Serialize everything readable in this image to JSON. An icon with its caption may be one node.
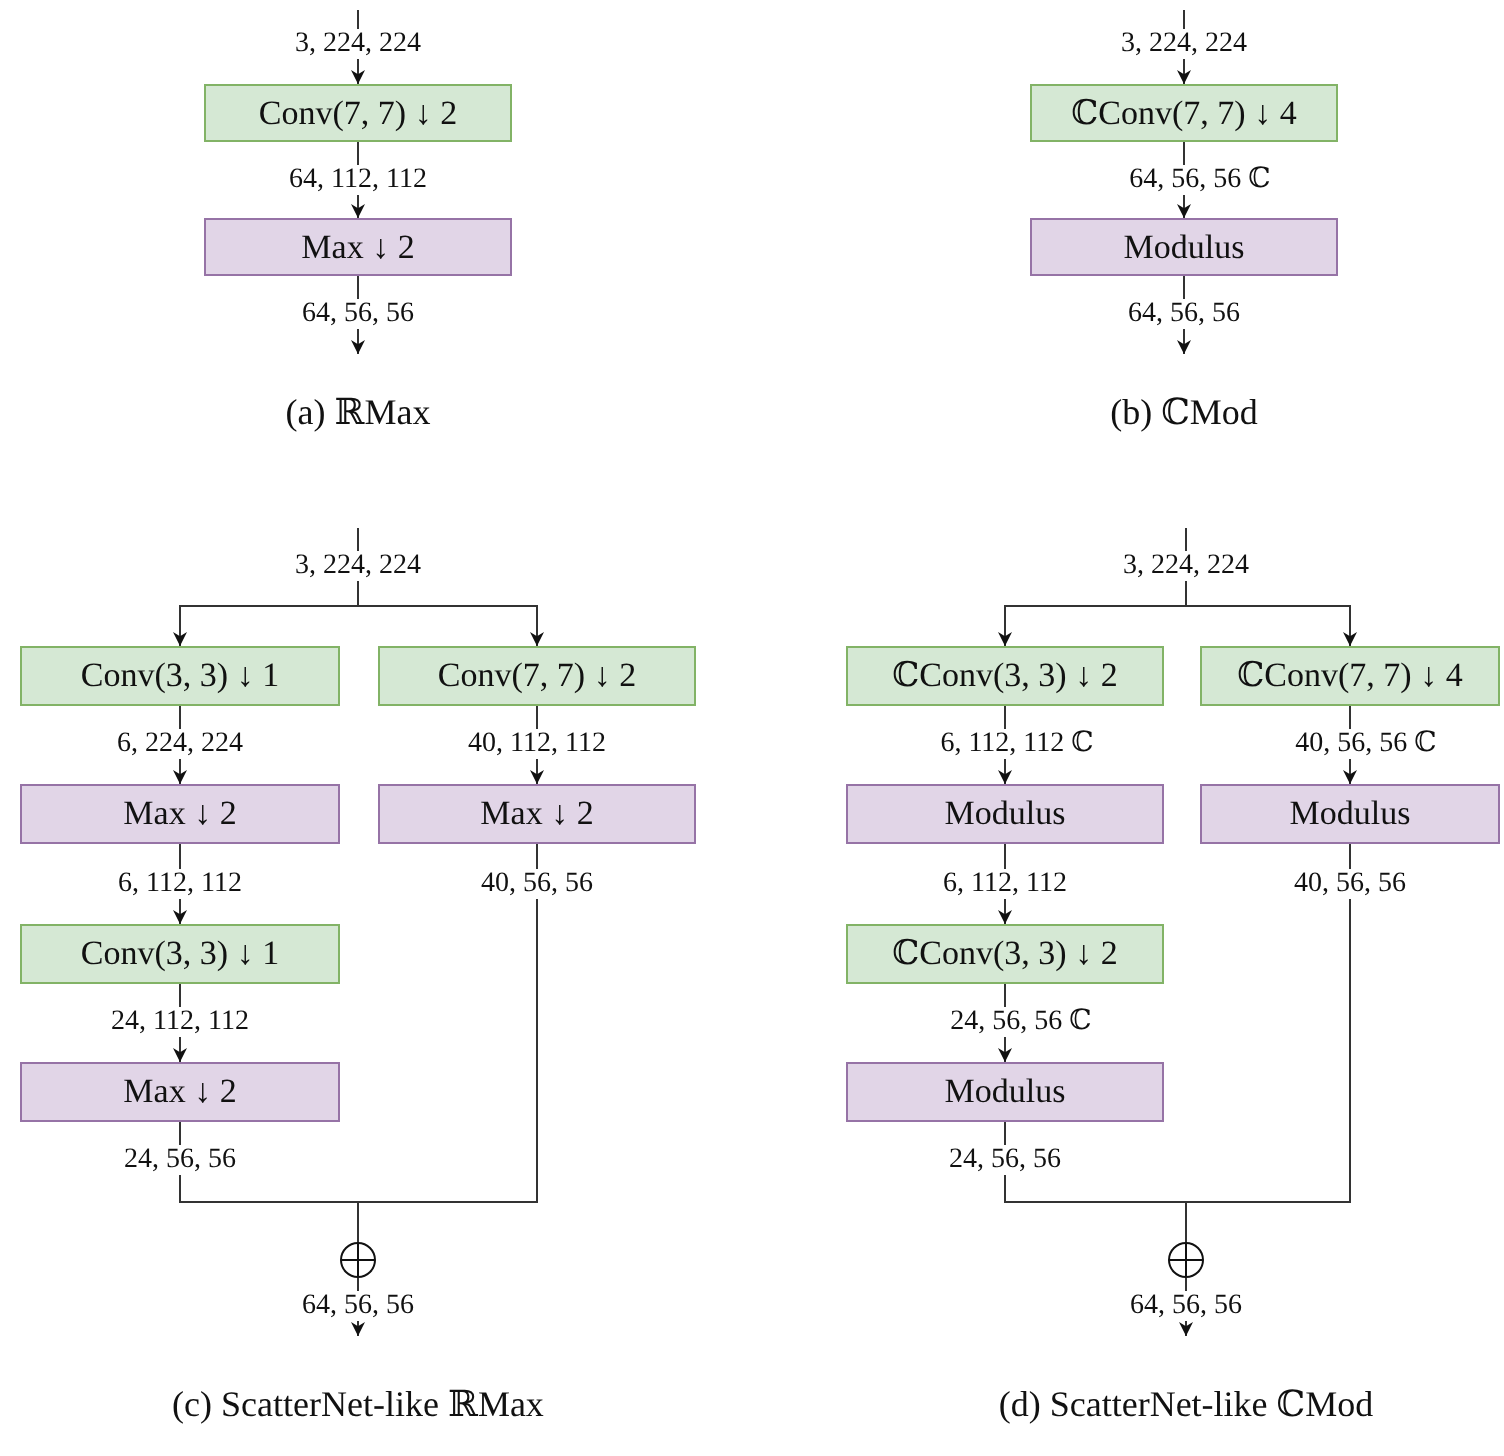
{
  "diagram": {
    "nodes": [
      {
        "text": [
          "Conv(7, 7) ↓ 2"
        ]
      },
      {
        "text": [
          "Max ↓ 2"
        ]
      },
      {
        "text": [
          "ℂConv(7, 7) ↓ 4"
        ]
      },
      {
        "text": [
          "Modulus"
        ]
      },
      {
        "text": [
          "Conv(3, 3) ↓ 1"
        ]
      },
      {
        "text": [
          "Conv(7, 7) ↓ 2"
        ]
      },
      {
        "text": [
          "Max ↓ 2"
        ]
      },
      {
        "text": [
          "Max ↓ 2"
        ]
      },
      {
        "text": [
          "Conv(3, 3) ↓ 1"
        ]
      },
      {
        "text": [
          "Max ↓ 2"
        ]
      },
      {
        "text": [],
        "shape": "circle"
      },
      {
        "text": [
          "ℂConv(3, 3) ↓ 2"
        ]
      },
      {
        "text": [
          "ℂConv(7, 7) ↓ 4"
        ]
      },
      {
        "text": [
          "Modulus"
        ]
      },
      {
        "text": [
          "Modulus"
        ]
      },
      {
        "text": [
          "ℂConv(3, 3) ↓ 2"
        ]
      },
      {
        "text": [
          "Modulus"
        ]
      },
      {
        "text": [],
        "shape": "circle"
      }
    ],
    "edges": [
      {
        "from": null,
        "to": 0,
        "arrow": "to",
        "label": "3, 224, 224"
      },
      {
        "from": 0,
        "to": 1,
        "arrow": "to",
        "label": "64, 112, 112"
      },
      {
        "from": 1,
        "to": null,
        "arrow": "to",
        "label": "64, 56, 56"
      },
      {
        "from": null,
        "to": 2,
        "arrow": "to",
        "label": "3, 224, 224"
      },
      {
        "from": 2,
        "to": 3,
        "arrow": "to",
        "label": "64, 56, 56 ℂ"
      },
      {
        "from": 3,
        "to": null,
        "arrow": "to",
        "label": "64, 56, 56"
      },
      {
        "from": null,
        "to": 4,
        "arrow": "to",
        "label": "3, 224, 224"
      },
      {
        "from": null,
        "to": 5,
        "arrow": "to"
      },
      {
        "from": 4,
        "to": 6,
        "arrow": "to",
        "label": "6, 224, 224"
      },
      {
        "from": 5,
        "to": 7,
        "arrow": "to",
        "label": "40, 112, 112"
      },
      {
        "from": 6,
        "to": 8,
        "arrow": "to",
        "label": "6, 112, 112"
      },
      {
        "from": 8,
        "to": 9,
        "arrow": "to",
        "label": "24, 112, 112"
      },
      {
        "from": 9,
        "to": 10,
        "arrow": "none",
        "label": "24, 56, 56"
      },
      {
        "from": 7,
        "to": 10,
        "arrow": "none",
        "label": "40, 56, 56"
      },
      {
        "from": 10,
        "to": null,
        "arrow": "to",
        "label": "64, 56, 56"
      },
      {
        "from": null,
        "to": 11,
        "arrow": "to",
        "label": "3, 224, 224"
      },
      {
        "from": null,
        "to": 12,
        "arrow": "to"
      },
      {
        "from": 11,
        "to": 13,
        "arrow": "to",
        "label": "6, 112, 112 ℂ"
      },
      {
        "from": 12,
        "to": 14,
        "arrow": "to",
        "label": "40, 56, 56 ℂ"
      },
      {
        "from": 13,
        "to": 15,
        "arrow": "to",
        "label": "6, 112, 112"
      },
      {
        "from": 15,
        "to": 16,
        "arrow": "to",
        "label": "24, 56, 56 ℂ"
      },
      {
        "from": 16,
        "to": 17,
        "arrow": "none",
        "label": "24, 56, 56"
      },
      {
        "from": 14,
        "to": 17,
        "arrow": "none",
        "label": "40, 56, 56"
      },
      {
        "from": 17,
        "to": null,
        "arrow": "to",
        "label": "64, 56, 56"
      }
    ],
    "labels": [
      "(a) ℝMax",
      "(b) ℂMod",
      "(c) ScatterNet-like ℝMax",
      "(d) ScatterNet-like ℂMod"
    ]
  }
}
